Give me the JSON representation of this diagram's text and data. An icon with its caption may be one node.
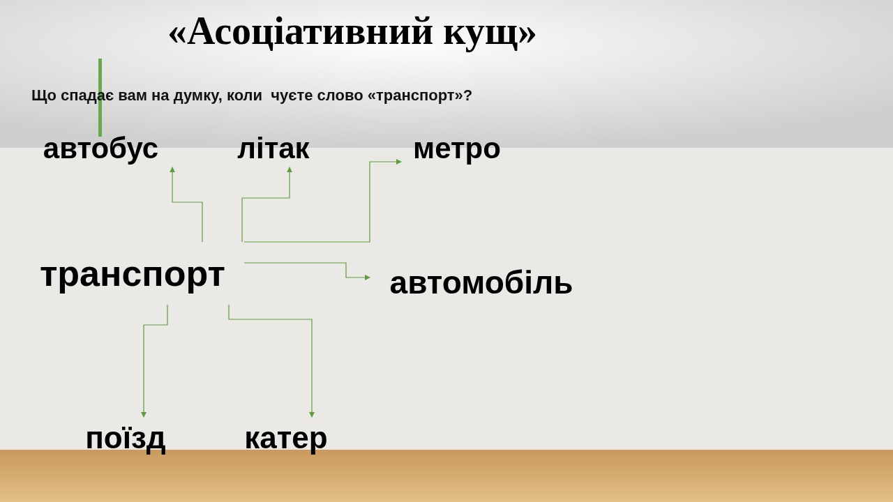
{
  "diagram": {
    "title": "«Асоціативний кущ»",
    "caption": "Що спадає вам на думку, коли  чуєте слово «транспорт»?",
    "nodes": [
      {
        "text": [
          "транспорт"
        ]
      },
      {
        "text": [
          "автобус"
        ]
      },
      {
        "text": [
          "літак"
        ]
      },
      {
        "text": [
          "метро"
        ]
      },
      {
        "text": [
          "автомобіль"
        ]
      },
      {
        "text": [
          "поїзд"
        ]
      },
      {
        "text": [
          "катер"
        ]
      }
    ],
    "edges": [
      {
        "from": 0,
        "to": 1,
        "arrow": "to"
      },
      {
        "from": 0,
        "to": 2,
        "arrow": "to"
      },
      {
        "from": 0,
        "to": 3,
        "arrow": "to"
      },
      {
        "from": 0,
        "to": 4,
        "arrow": "to"
      },
      {
        "from": 0,
        "to": 5,
        "arrow": "to"
      },
      {
        "from": 0,
        "to": 6,
        "arrow": "to"
      }
    ]
  }
}
